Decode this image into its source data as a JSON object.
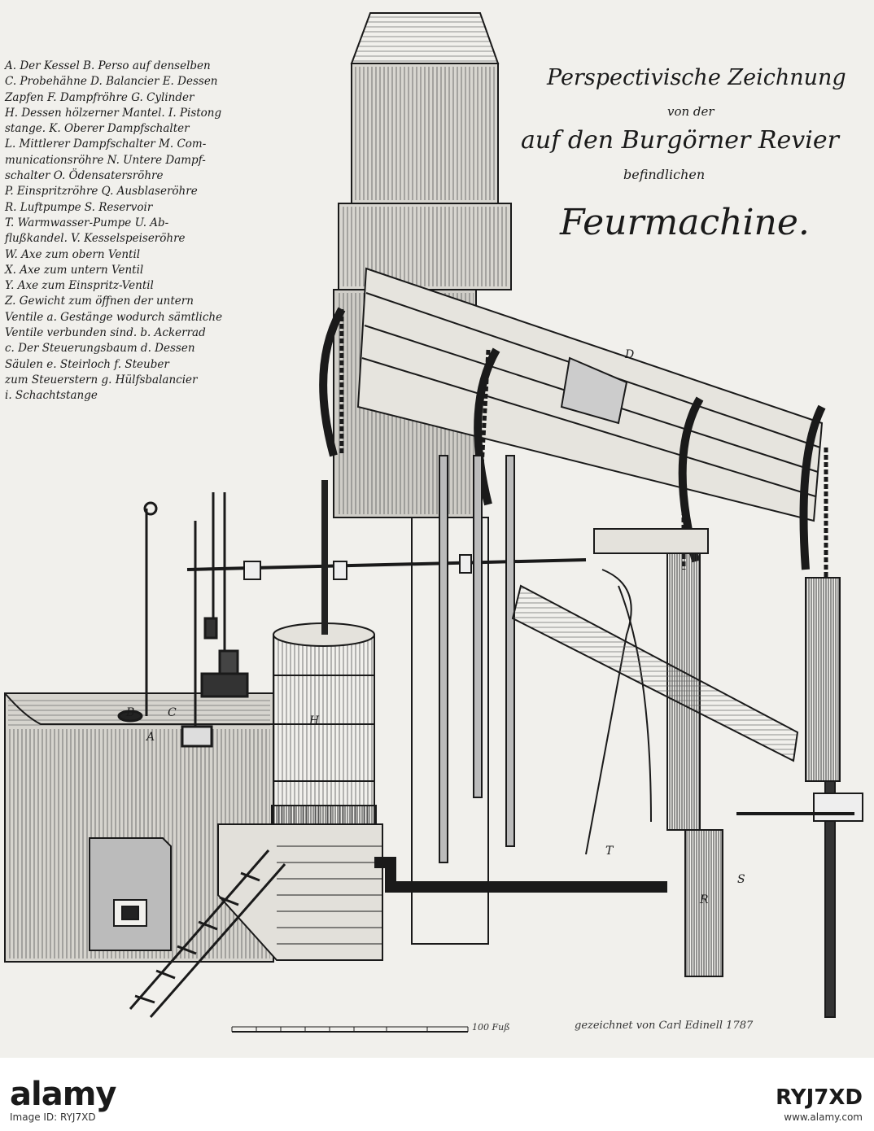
{
  "title": {
    "line1": "Perspectivische Zeichnung",
    "line2": "von der",
    "line3": "auf den Burgörner Revier",
    "line4": "befindlichen",
    "line5": "Feurmachine."
  },
  "legend": [
    "A. Der Kessel B. Perso auf denselben",
    "C. Probehähne D. Balancier E. Dessen",
    "Zapfen F. Dampfröhre G. Cylinder",
    "H. Dessen hölzerner Mantel. I. Pistong",
    "stange. K. Oberer Dampfschalter",
    "L. Mittlerer Dampfschalter M. Com-",
    "municationsröhre N. Untere Dampf-",
    "schalter O. Ödensatersröhre",
    "P. Einspritzröhre Q. Ausblaseröhre",
    "R. Luftpumpe S. Reservoir",
    "T. Warmwasser-Pumpe U. Ab-",
    "flußkandel. V. Kesselspeiseröhre",
    "W. Axe zum obern Ventil",
    "X. Axe zum untern Ventil",
    "Y. Axe zum Einspritz-Ventil",
    "Z. Gewicht zum öffnen der untern",
    "Ventile a. Gestänge wodurch sämtliche",
    "Ventile verbunden sind. b. Ackerrad",
    "c. Der Steuerungsbaum d. Dessen",
    "Säulen e. Steirloch f. Steuber",
    "zum Steuerstern g. Hülfsbalancier",
    "i. Schachtstange"
  ],
  "signature": "gezeichnet von Carl Edinell",
  "signature_year": "1787",
  "scale_label": "100 Fuß",
  "footer": {
    "brand": "alamy",
    "image_id": "Image ID: RYJ7XD",
    "code": "RYJ7XD",
    "url": "www.alamy.com"
  },
  "colors": {
    "paper": "#f1f0ec",
    "ink": "#1a1a1a"
  }
}
